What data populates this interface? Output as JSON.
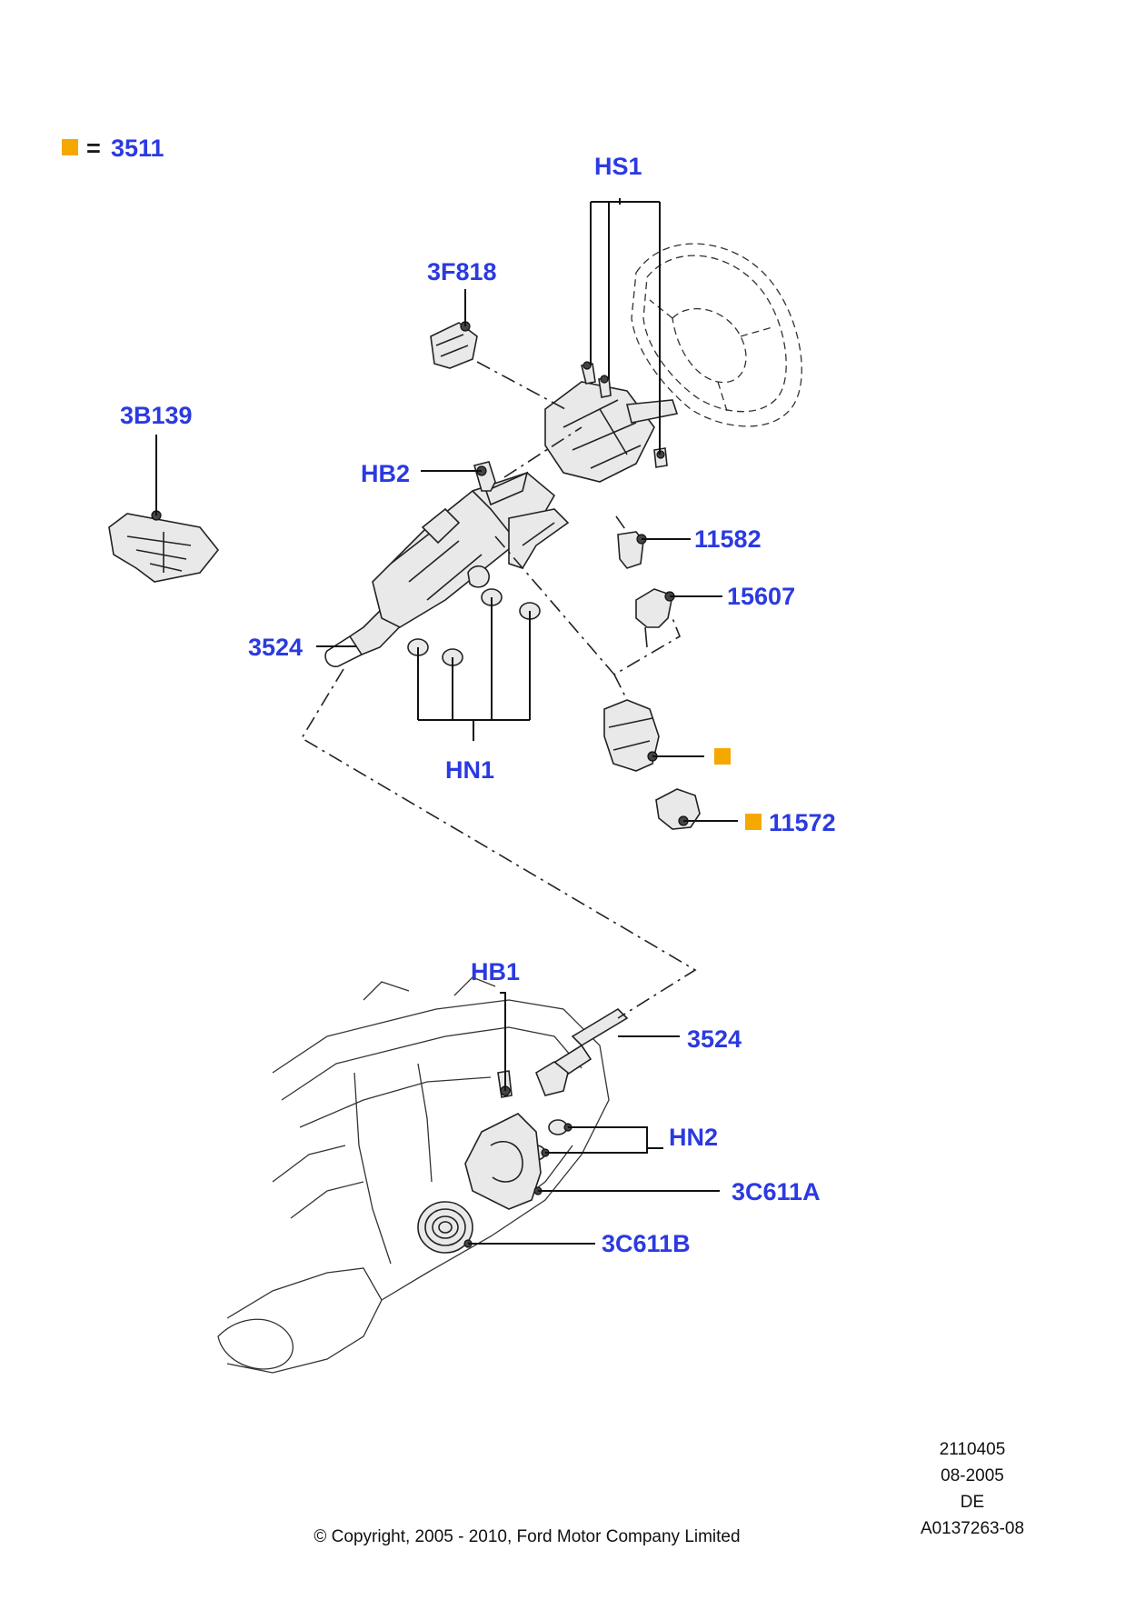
{
  "legend": {
    "equals": "=",
    "value": "3511",
    "marker_color": "#f5a800"
  },
  "callouts": {
    "hs1": "HS1",
    "f3818": "3F818",
    "b3139": "3B139",
    "hb2": "HB2",
    "p11582": "11582",
    "p15607": "15607",
    "p3524_top": "3524",
    "hn1": "HN1",
    "p11572": "11572",
    "hb1": "HB1",
    "p3524_bottom": "3524",
    "hn2": "HN2",
    "c611a": "3C611A",
    "c611b": "3C611B"
  },
  "stamp": {
    "number": "2110405",
    "date": "08-2005",
    "lang": "DE",
    "ref": "A0137263-08"
  },
  "copyright": "© Copyright, 2005 - 2010, Ford Motor Company Limited",
  "colors": {
    "callout": "#2b3ae0",
    "marker": "#f5a800"
  }
}
